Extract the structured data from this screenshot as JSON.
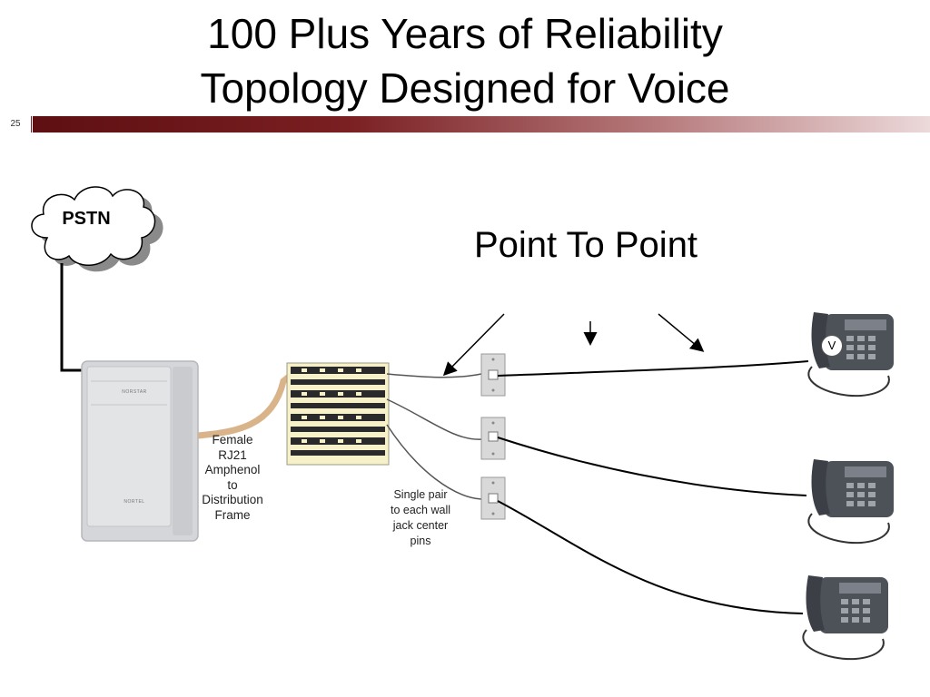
{
  "slide": {
    "number": "25",
    "title_line1": "100 Plus Years of Reliability",
    "title_line2": "Topology Designed for Voice"
  },
  "diagram": {
    "cloud_label": "PSTN",
    "heading": "Point To Point",
    "pbx_label": "Female\nRJ21\nAmphenol\nto\nDistribution\nFrame",
    "wall_jack_label": "Single pair\nto each wall\njack center\npins",
    "phone_marker": "V",
    "pbx_brand": "NORSTAR",
    "pbx_bottom_brand": "NORTEL"
  },
  "colors": {
    "accent_dark": "#5e0f12",
    "accent_light": "#ecd9da",
    "cable_tan": "#d9b48a"
  }
}
